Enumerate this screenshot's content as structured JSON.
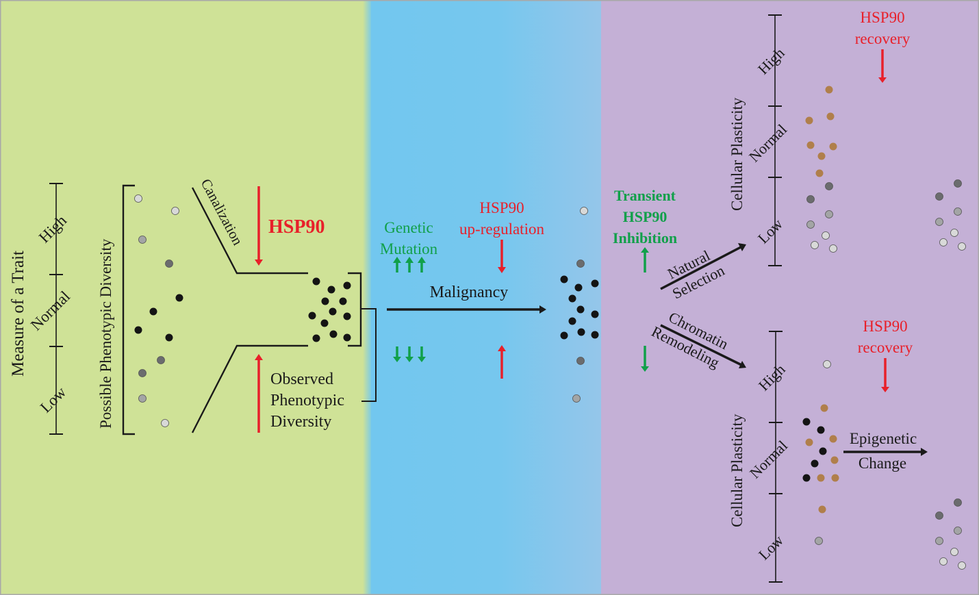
{
  "panels": {
    "left": {
      "colors": {
        "background": "#cfe297"
      },
      "axis": {
        "title": "Measure of a Trait",
        "levels": [
          "High",
          "Normal",
          "Low"
        ]
      },
      "possible_label": "Possible Phenotypic Diversity",
      "canalization_label": "Canalization",
      "hsp90_label": "HSP90",
      "observed_label": [
        "Observed",
        "Phenotypic",
        "Diversity"
      ],
      "possible_points": [
        {
          "shade": "light"
        },
        {
          "shade": "light"
        },
        {
          "shade": "mid"
        },
        {
          "shade": "dark"
        },
        {
          "shade": "black"
        },
        {
          "shade": "black"
        },
        {
          "shade": "black"
        },
        {
          "shade": "black"
        },
        {
          "shade": "dark"
        },
        {
          "shade": "dark"
        },
        {
          "shade": "mid"
        },
        {
          "shade": "light"
        }
      ],
      "observed_points_count": 12
    },
    "middle": {
      "colors": {
        "background_start": "#72c7ef",
        "background_end": "#95c6ea"
      },
      "genetic_label": [
        "Genetic",
        "Mutation"
      ],
      "hsp90_label": [
        "HSP90",
        "up-regulation"
      ],
      "malignancy_label": "Malignancy"
    },
    "right": {
      "colors": {
        "background": "#c4b0d6"
      },
      "transient_label": [
        "Transient",
        "HSP90",
        "Inhibition"
      ],
      "natural_selection_label": [
        "Natural",
        "Selection"
      ],
      "chromatin_label": [
        "Chromatin",
        "Remodeling"
      ],
      "top_axis": {
        "title": "Cellular Plasticity",
        "levels": [
          "High",
          "Normal",
          "Low"
        ]
      },
      "bottom_axis": {
        "title": "Cellular Plasticity",
        "levels": [
          "High",
          "Normal",
          "Low"
        ]
      },
      "top_recovery_label": [
        "HSP90",
        "recovery"
      ],
      "bottom_recovery_label": [
        "HSP90",
        "recovery"
      ],
      "epigenetic_label": [
        "Epigenetic",
        "Change"
      ]
    }
  },
  "palette": {
    "red": "#e8202a",
    "green": "#11a04a",
    "black": "#1a1a1a",
    "brown": "#b07f4b",
    "dot_light": "#d8d9d8",
    "dot_mid": "#a3a5a5",
    "dot_dark": "#6b6c6e",
    "dot_black": "#141414"
  }
}
